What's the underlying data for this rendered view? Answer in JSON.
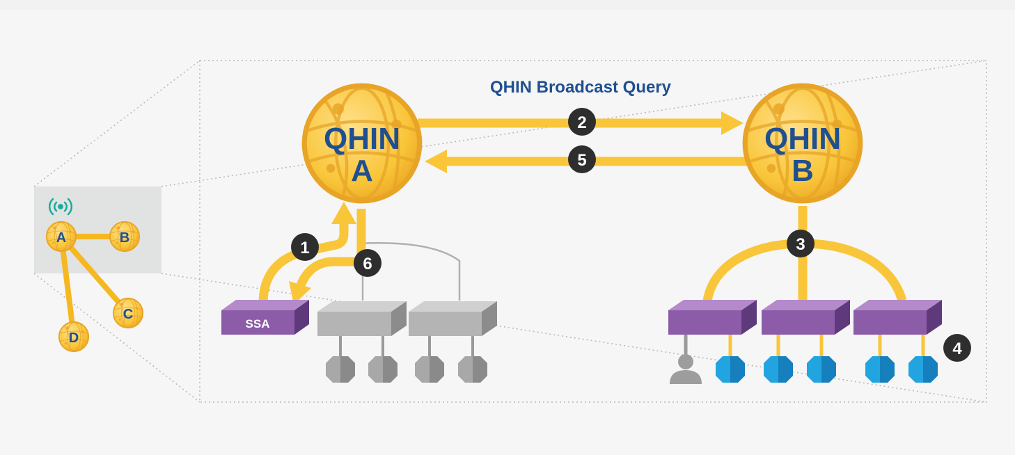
{
  "title": "QHIN Broadcast Query",
  "qhin_a": {
    "line1": "QHIN",
    "line2": "A"
  },
  "qhin_b": {
    "line1": "QHIN",
    "line2": "B"
  },
  "steps": [
    "1",
    "2",
    "3",
    "4",
    "5",
    "6"
  ],
  "ssa_label": "SSA",
  "mini_network": {
    "nodes": [
      "A",
      "B",
      "C",
      "D"
    ],
    "broadcast_icon": "broadcast-icon"
  },
  "colors": {
    "gold": "#f9c63a",
    "gold_dark": "#e4a020",
    "navy": "#1f4f8f",
    "purple": "#8c5ca8",
    "gray_box": "#b4b4b4",
    "blue_db": "#1f9ad6",
    "teal": "#1aaa9a",
    "step_badge": "#2e2e2e"
  }
}
